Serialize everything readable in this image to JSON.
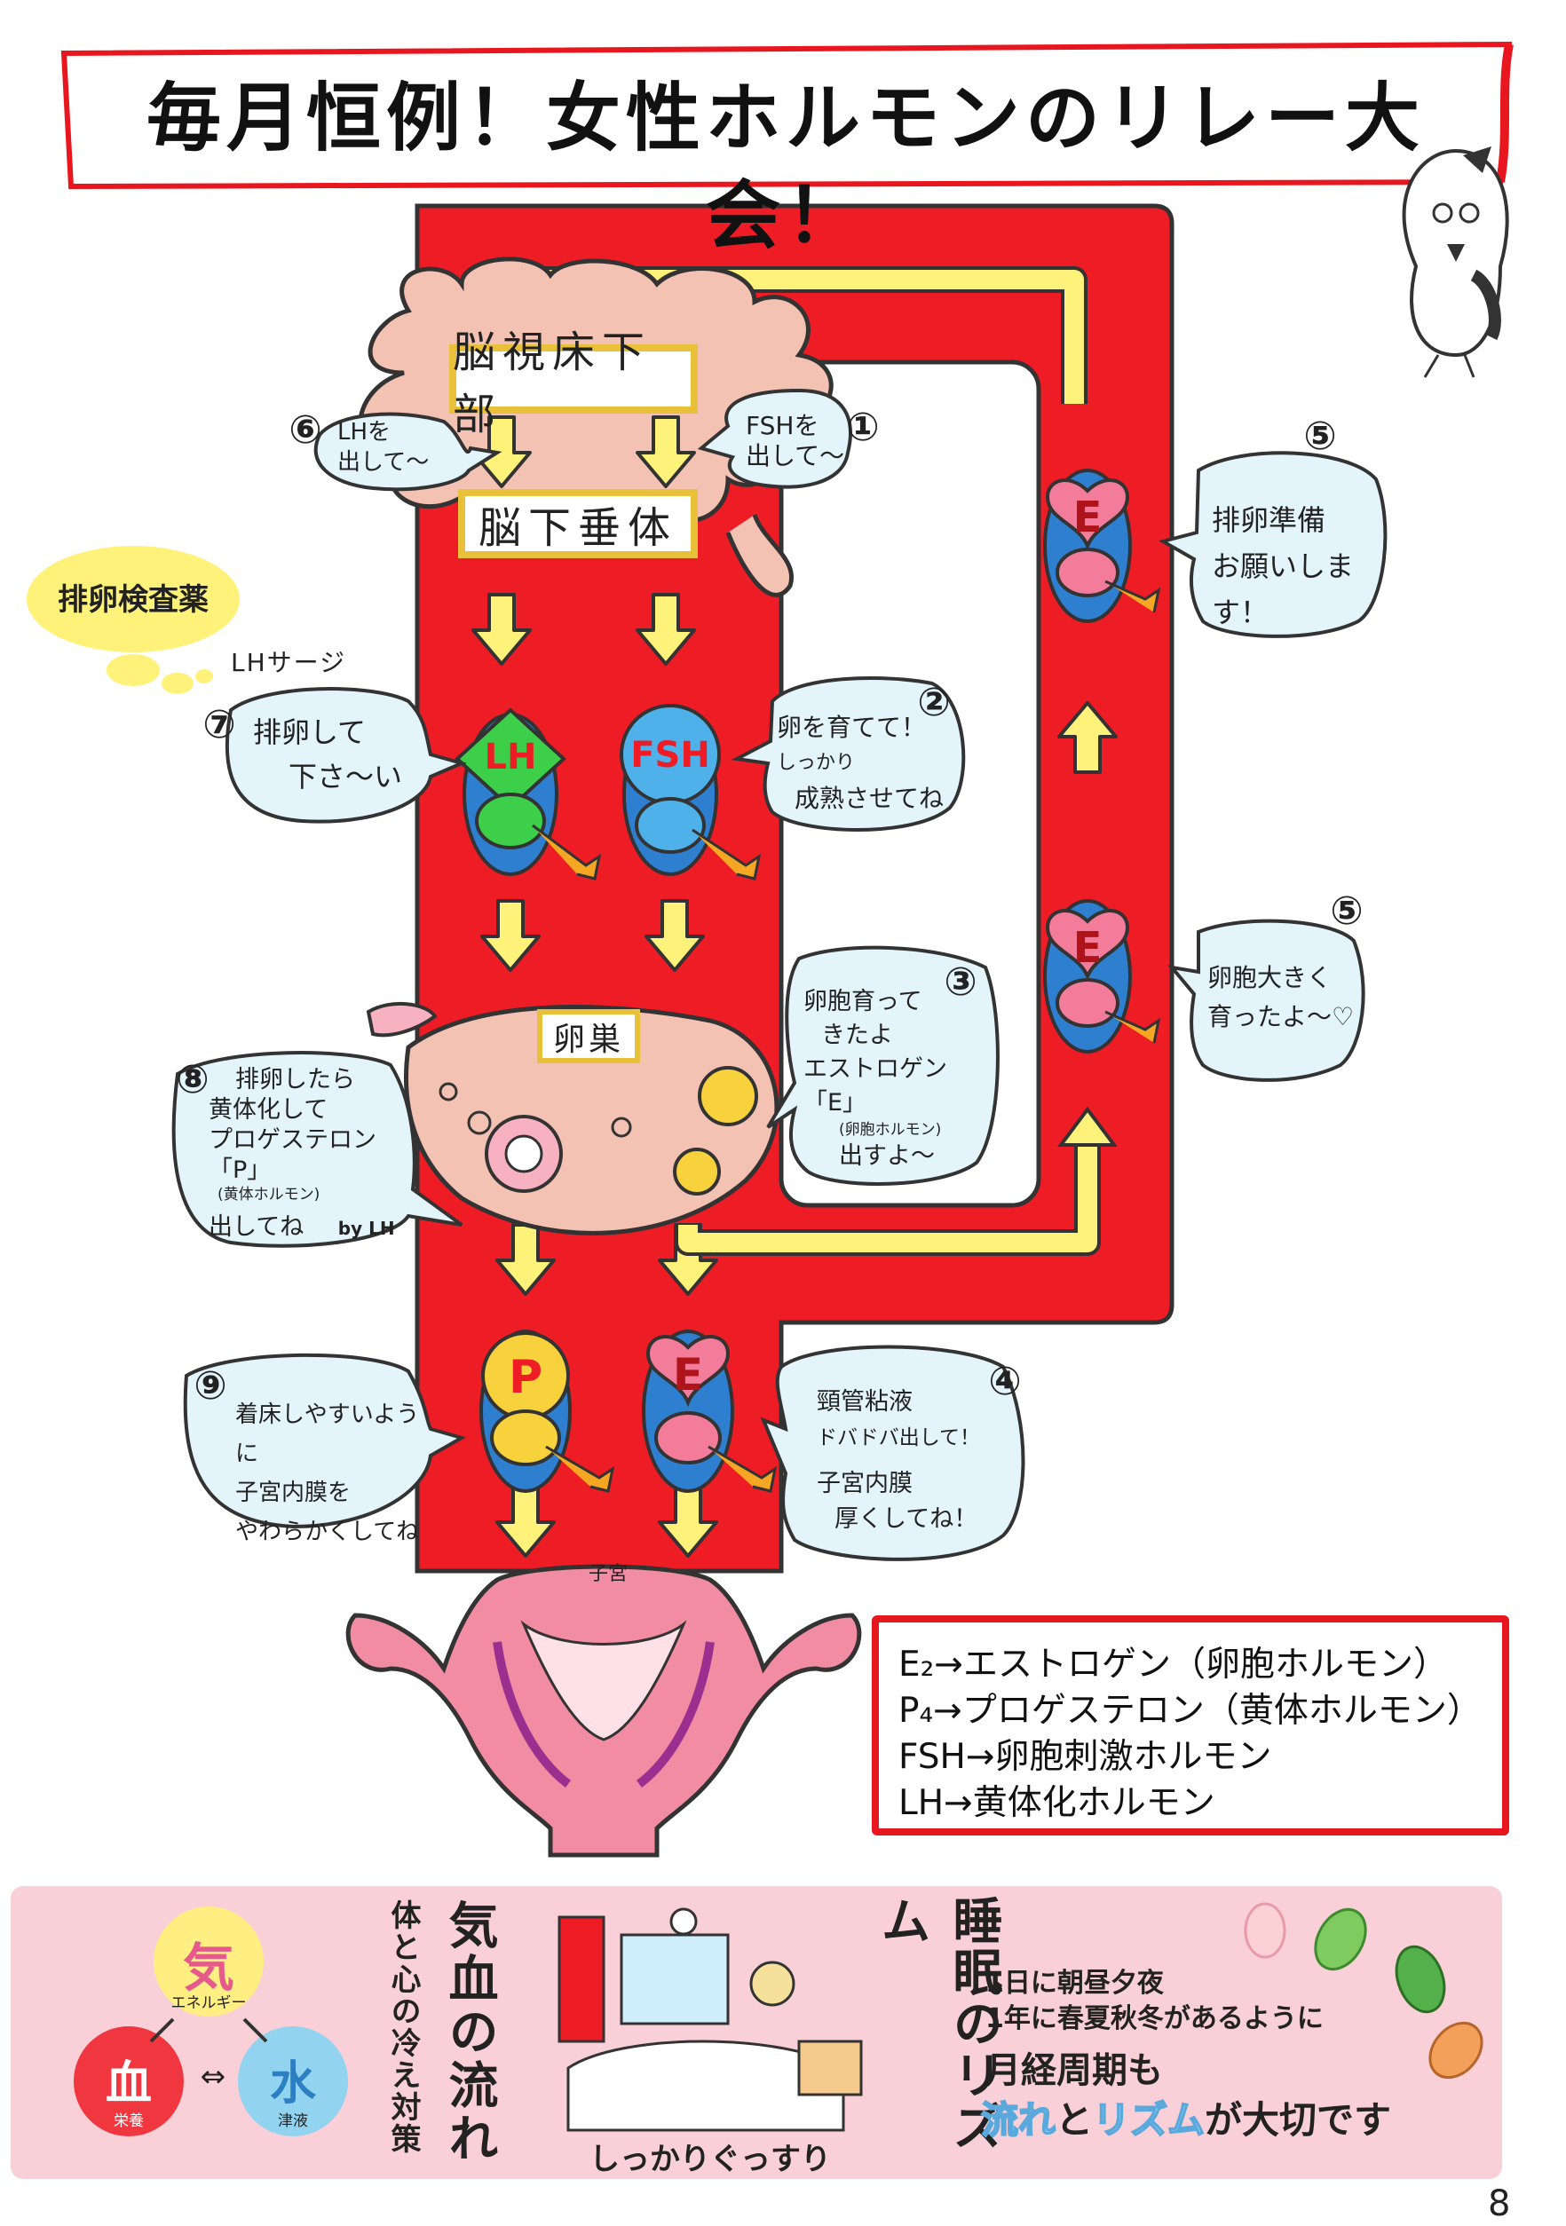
{
  "title": "毎月恒例！女性ホルモンのリレー大会！",
  "brain": {
    "hypothalamus": "脳視床下部",
    "pituitary": "脳下垂体"
  },
  "ovary_label": "卵巣",
  "uterus_label": "子宮",
  "test_kit": {
    "label": "排卵検査薬",
    "surge_label": "LHサージ"
  },
  "hormones": {
    "lh": "LH",
    "fsh": "FSH",
    "e": "E",
    "p": "P"
  },
  "bubbles": [
    {
      "num": "①",
      "lines": [
        "FSHを",
        "出して〜"
      ]
    },
    {
      "num": "②",
      "lines": [
        "卵を育てて！",
        "しっかり",
        "成熟させてね"
      ]
    },
    {
      "num": "③",
      "lines": [
        "卵胞育って",
        "きたよ",
        "エストロゲン「E」",
        "(卵胞ホルモン)",
        "出すよ〜"
      ]
    },
    {
      "num": "④",
      "lines": [
        "頸管粘液",
        "ドバドバ出して！",
        "子宮内膜",
        "厚くしてね！"
      ]
    },
    {
      "num": "⑤",
      "lines": [
        "卵胞大きく",
        "育ったよ〜♡"
      ]
    },
    {
      "num": "⑤",
      "lines": [
        "排卵準備",
        "お願いします！"
      ]
    },
    {
      "num": "⑥",
      "lines": [
        "LHを",
        "出して〜"
      ]
    },
    {
      "num": "⑦",
      "lines": [
        "排卵して",
        "下さ〜い"
      ]
    },
    {
      "num": "⑧",
      "lines": [
        "排卵したら",
        "黄体化して",
        "プロゲステロン「P」",
        "(黄体ホルモン)",
        "出してね",
        "by LH"
      ]
    },
    {
      "num": "⑨",
      "lines": [
        "着床しやすいように",
        "子宮内膜を",
        "やわらかくしてね"
      ]
    }
  ],
  "legend": [
    "E₂→エストロゲン（卵胞ホルモン）",
    "P₄→プロゲステロン（黄体ホルモン）",
    "FSH→卵胞刺激ホルモン",
    "LH→黄体化ホルモン"
  ],
  "bottom": {
    "ki": "気",
    "ki_sub": "エネルギー",
    "ketsu": "血",
    "ketsu_sub": "栄養",
    "sui": "水",
    "sui_sub": "津液",
    "exchange": "⇔",
    "flow_title": "気血の流れ",
    "flow_sub": "体と心の冷え対策",
    "sleep_caption": "しっかりぐっすり",
    "sleep_title": "睡眠のリズム",
    "message_line1": "1日に朝昼夕夜",
    "message_line2": "1年に春夏秋冬があるように",
    "message_line3": "月経周期も",
    "message_flow": "流れ",
    "message_and": "と",
    "message_rhythm": "リズム",
    "message_end": "が大切です"
  },
  "page_number": "8",
  "colors": {
    "vessel_red": "#ee1c25",
    "arrow_yellow": "#fff27a",
    "brain_pink": "#f4c2b3",
    "lh_green": "#3ecf4a",
    "fsh_blue": "#4fb1ea",
    "e_pink": "#f27c9a",
    "p_yellow": "#f7d23d",
    "panel_pink": "#f9cfd8",
    "uterus_pink": "#f28ca3"
  }
}
